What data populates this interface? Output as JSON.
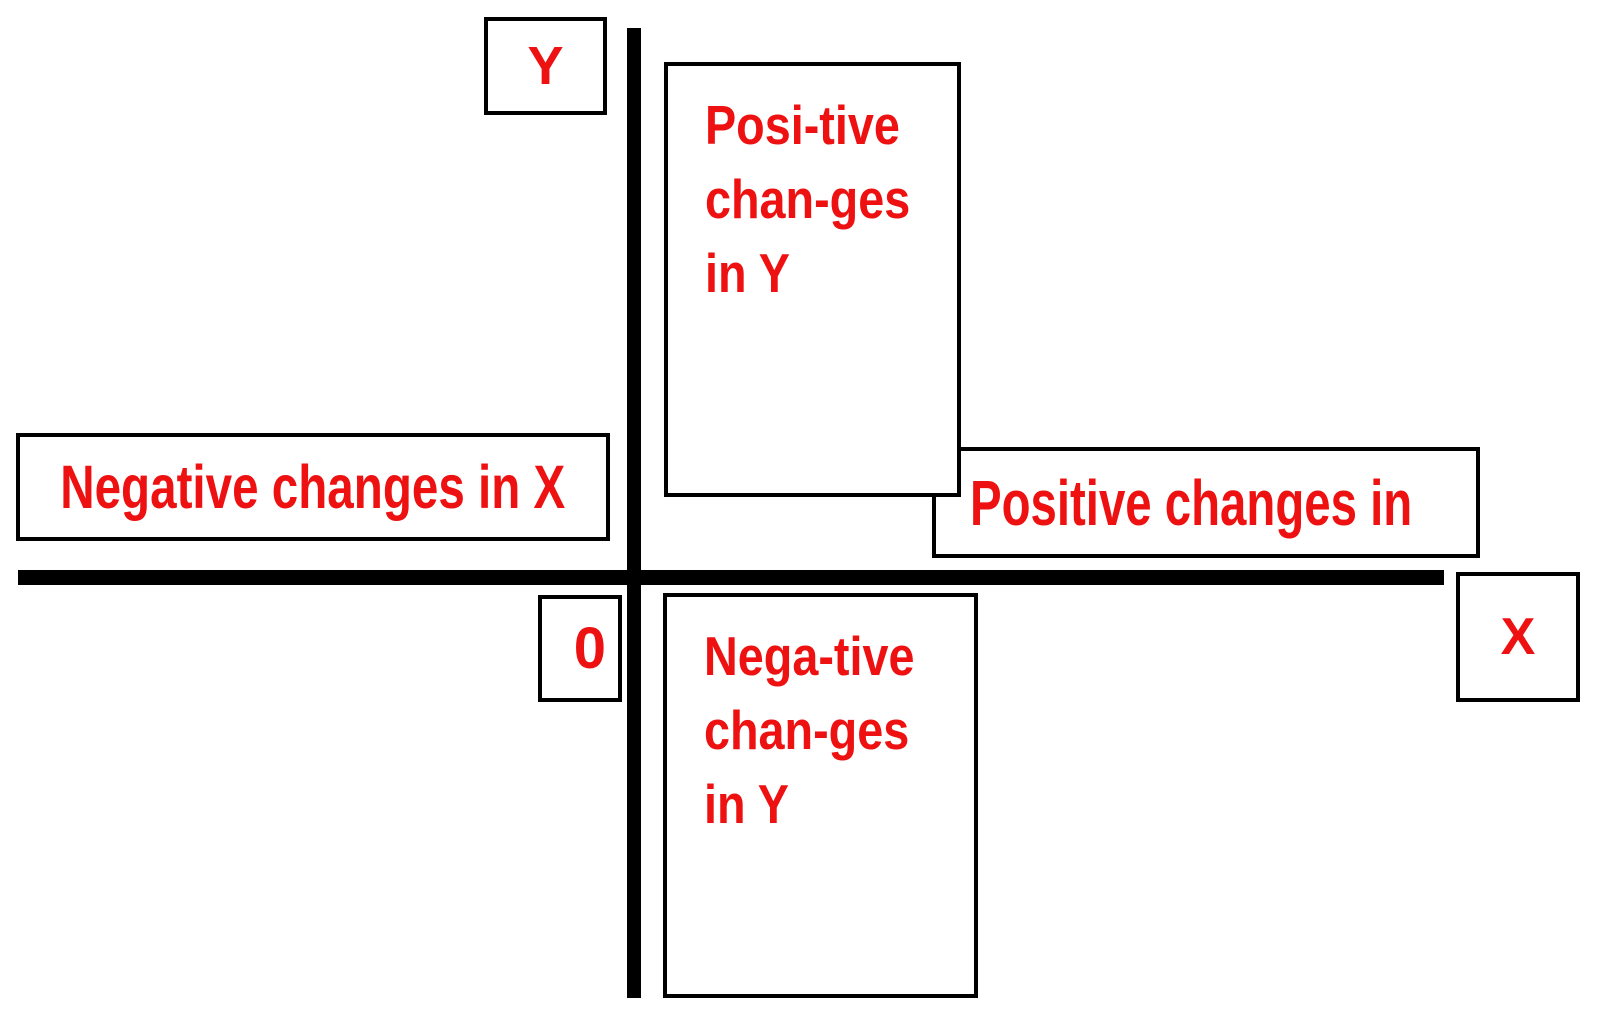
{
  "diagram": {
    "colors": {
      "text": "#ee1111",
      "line": "#000000",
      "background": "#ffffff"
    },
    "axis_labels": {
      "y": "Y",
      "x": "X",
      "origin": "0"
    },
    "annotations": {
      "positive_y": {
        "lines": [
          "Posi-tive",
          "chan-ges",
          "in Y"
        ]
      },
      "negative_y": {
        "lines": [
          "Nega-tive",
          "chan-ges",
          "in Y"
        ]
      },
      "negative_x": {
        "label": "Negative changes in X"
      },
      "positive_x": {
        "label": "Positive changes in"
      }
    }
  }
}
